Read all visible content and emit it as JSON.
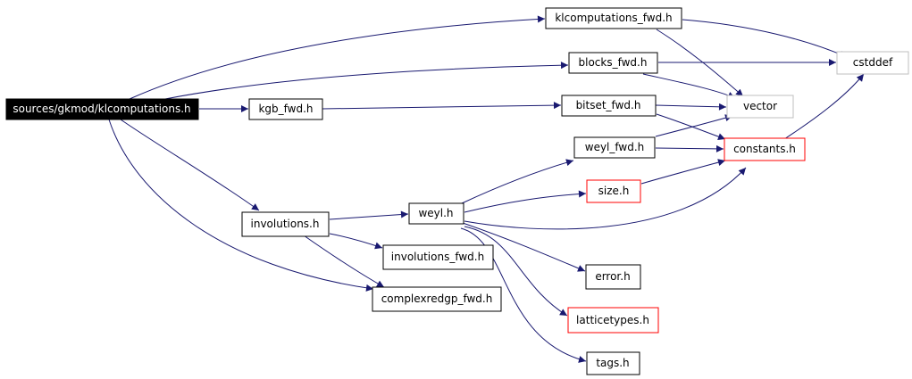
{
  "diagram": {
    "type": "include-dependency-graph",
    "colors": {
      "edge": "#191970",
      "root_fill": "#000000",
      "root_text": "#ffffff",
      "node_border": "#000000",
      "incomplete_border": "#ff0000",
      "external_border": "#bfbfbf"
    },
    "nodes": [
      {
        "id": "root",
        "label": "sources/gkmod/klcomputations.h",
        "kind": "root"
      },
      {
        "id": "klcomputations_fwd",
        "label": "klcomputations_fwd.h",
        "kind": "normal"
      },
      {
        "id": "blocks_fwd",
        "label": "blocks_fwd.h",
        "kind": "normal"
      },
      {
        "id": "kgb_fwd",
        "label": "kgb_fwd.h",
        "kind": "normal"
      },
      {
        "id": "bitset_fwd",
        "label": "bitset_fwd.h",
        "kind": "normal"
      },
      {
        "id": "weyl_fwd",
        "label": "weyl_fwd.h",
        "kind": "normal"
      },
      {
        "id": "involutions",
        "label": "involutions.h",
        "kind": "normal"
      },
      {
        "id": "weyl",
        "label": "weyl.h",
        "kind": "normal"
      },
      {
        "id": "involutions_fwd",
        "label": "involutions_fwd.h",
        "kind": "normal"
      },
      {
        "id": "complexredgp_fwd",
        "label": "complexredgp_fwd.h",
        "kind": "normal"
      },
      {
        "id": "cstddef",
        "label": "cstddef",
        "kind": "external"
      },
      {
        "id": "vector",
        "label": "vector",
        "kind": "external"
      },
      {
        "id": "constants",
        "label": "constants.h",
        "kind": "incomplete"
      },
      {
        "id": "size",
        "label": "size.h",
        "kind": "incomplete"
      },
      {
        "id": "error",
        "label": "error.h",
        "kind": "normal"
      },
      {
        "id": "latticetypes",
        "label": "latticetypes.h",
        "kind": "incomplete"
      },
      {
        "id": "tags",
        "label": "tags.h",
        "kind": "normal"
      }
    ],
    "edges": [
      [
        "root",
        "klcomputations_fwd"
      ],
      [
        "root",
        "blocks_fwd"
      ],
      [
        "root",
        "kgb_fwd"
      ],
      [
        "root",
        "involutions"
      ],
      [
        "root",
        "complexredgp_fwd"
      ],
      [
        "klcomputations_fwd",
        "cstddef"
      ],
      [
        "klcomputations_fwd",
        "vector"
      ],
      [
        "blocks_fwd",
        "cstddef"
      ],
      [
        "blocks_fwd",
        "vector"
      ],
      [
        "kgb_fwd",
        "bitset_fwd"
      ],
      [
        "bitset_fwd",
        "vector"
      ],
      [
        "bitset_fwd",
        "constants"
      ],
      [
        "weyl_fwd",
        "vector"
      ],
      [
        "weyl_fwd",
        "constants"
      ],
      [
        "constants",
        "cstddef"
      ],
      [
        "involutions",
        "weyl"
      ],
      [
        "involutions",
        "involutions_fwd"
      ],
      [
        "involutions",
        "complexredgp_fwd"
      ],
      [
        "weyl",
        "weyl_fwd"
      ],
      [
        "weyl",
        "size"
      ],
      [
        "weyl",
        "constants"
      ],
      [
        "weyl",
        "error"
      ],
      [
        "weyl",
        "latticetypes"
      ],
      [
        "weyl",
        "tags"
      ],
      [
        "size",
        "constants"
      ]
    ]
  }
}
